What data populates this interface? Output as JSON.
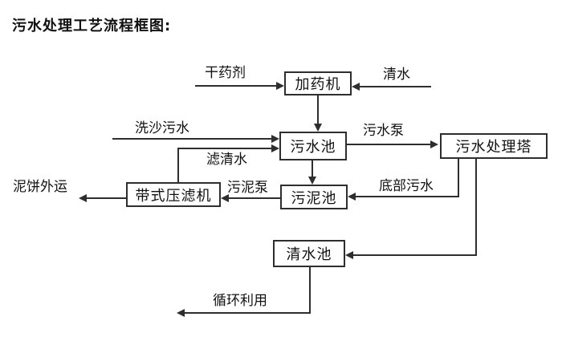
{
  "title": "污水处理工艺流程框图:",
  "diagram": {
    "nodes": {
      "dosing_machine": {
        "label": "加药机"
      },
      "sewage_pool": {
        "label": "污水池"
      },
      "treatment_tower": {
        "label": "污水处理塔"
      },
      "sludge_pool": {
        "label": "污泥池"
      },
      "belt_filter_press": {
        "label": "带式压滤机"
      },
      "clean_water_pool": {
        "label": "清水池"
      }
    },
    "flow_labels": {
      "dry_agent": "干药剂",
      "clean_water": "清水",
      "sand_wash_sewage": "洗沙污水",
      "sewage_pump": "污水泵",
      "filtered_water": "滤清水",
      "sludge_pump": "污泥泵",
      "mud_cake_outbound": "泥饼外运",
      "bottom_sewage": "底部污水",
      "recycling_use": "循环利用"
    },
    "colors": {
      "line": "#2e2e2e",
      "text": "#111111",
      "box_background": "#ffffff"
    }
  }
}
